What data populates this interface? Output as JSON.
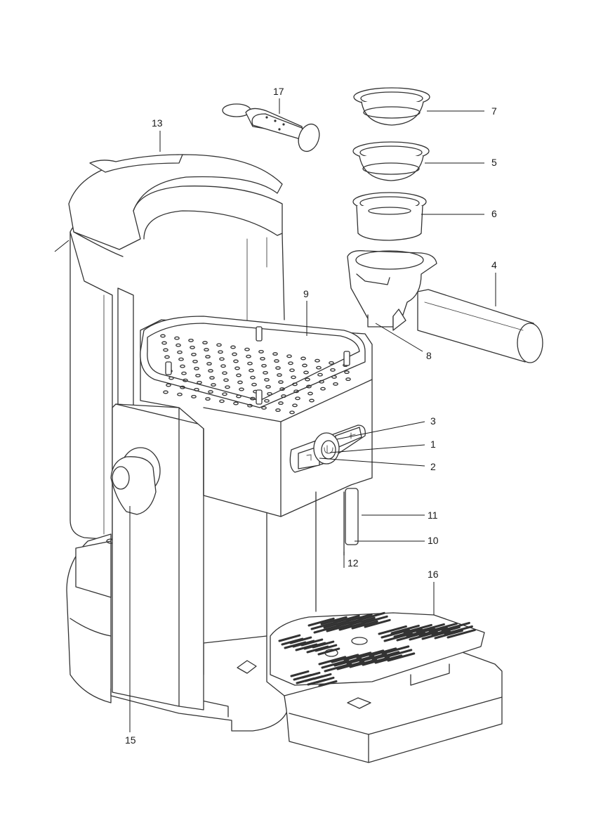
{
  "figure": {
    "type": "exploded-parts-diagram",
    "callouts": [
      {
        "id": "c1",
        "label": "1",
        "part": "button-center-icon"
      },
      {
        "id": "c2",
        "label": "2",
        "part": "button-left-icon"
      },
      {
        "id": "c3",
        "label": "3",
        "part": "button-right-icon"
      },
      {
        "id": "c4",
        "label": "4",
        "part": "portafilter-handle"
      },
      {
        "id": "c5",
        "label": "5",
        "part": "filter-basket-double"
      },
      {
        "id": "c6",
        "label": "6",
        "part": "filter-basket-pressurized"
      },
      {
        "id": "c7",
        "label": "7",
        "part": "filter-basket-single"
      },
      {
        "id": "c8",
        "label": "8",
        "part": "portafilter-spout"
      },
      {
        "id": "c9",
        "label": "9",
        "part": "cup-warming-tray"
      },
      {
        "id": "c10",
        "label": "10",
        "part": "steam-wand-nozzle"
      },
      {
        "id": "c11",
        "label": "11",
        "part": "steam-wand"
      },
      {
        "id": "c12",
        "label": "12",
        "part": "brew-head"
      },
      {
        "id": "c13",
        "label": "13",
        "part": "water-tank-lid"
      },
      {
        "id": "c15",
        "label": "15",
        "part": "steam-knob"
      },
      {
        "id": "c16",
        "label": "16",
        "part": "drip-tray-grille"
      },
      {
        "id": "c17",
        "label": "17",
        "part": "measuring-scoop-tamper"
      }
    ]
  }
}
